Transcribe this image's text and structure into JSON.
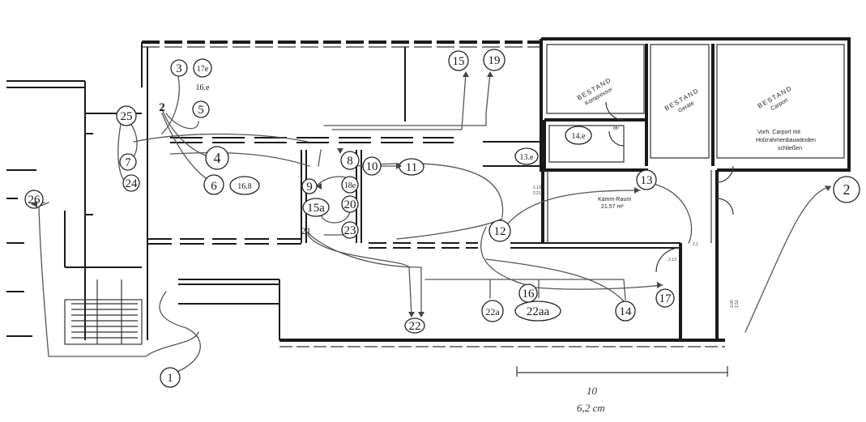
{
  "waypoints": [
    "1",
    "2",
    "3",
    "4",
    "5",
    "6",
    "7",
    "8",
    "9",
    "10",
    "11",
    "12",
    "13",
    "14",
    "15",
    "15a",
    "16",
    "17",
    "17e",
    "18e",
    "19",
    "20",
    "21",
    "22",
    "22a",
    "22aa",
    "23",
    "24",
    "25",
    "26",
    "2"
  ],
  "extra_labels": {
    "w13e": "13.e",
    "w14e": "14.e",
    "w16e": "16.e",
    "w16b": "16.8"
  },
  "rooms": {
    "kompressor_title": "BESTAND",
    "kompressor_sub": "Kompressor",
    "geraete_title": "BESTAND",
    "geraete_sub": "Geräte",
    "carport_title": "BESTAND",
    "carport_sub": "Carport",
    "carport_note_1": "Vorh. Carport mit",
    "carport_note_2": "Holzrahmenbauwänden",
    "carport_note_3": "schließen",
    "kamm_name": "Kamm-Raum",
    "kamm_area": "21.57 m²"
  },
  "dims": {
    "d1": "1.13",
    "d2": "2.21",
    "d3": "2.13",
    "d4": "2.00",
    "d5": "1.51",
    "d6": "88⁵",
    "d7": "2.1"
  },
  "scale": {
    "value": "10",
    "note": "6,2 cm"
  }
}
